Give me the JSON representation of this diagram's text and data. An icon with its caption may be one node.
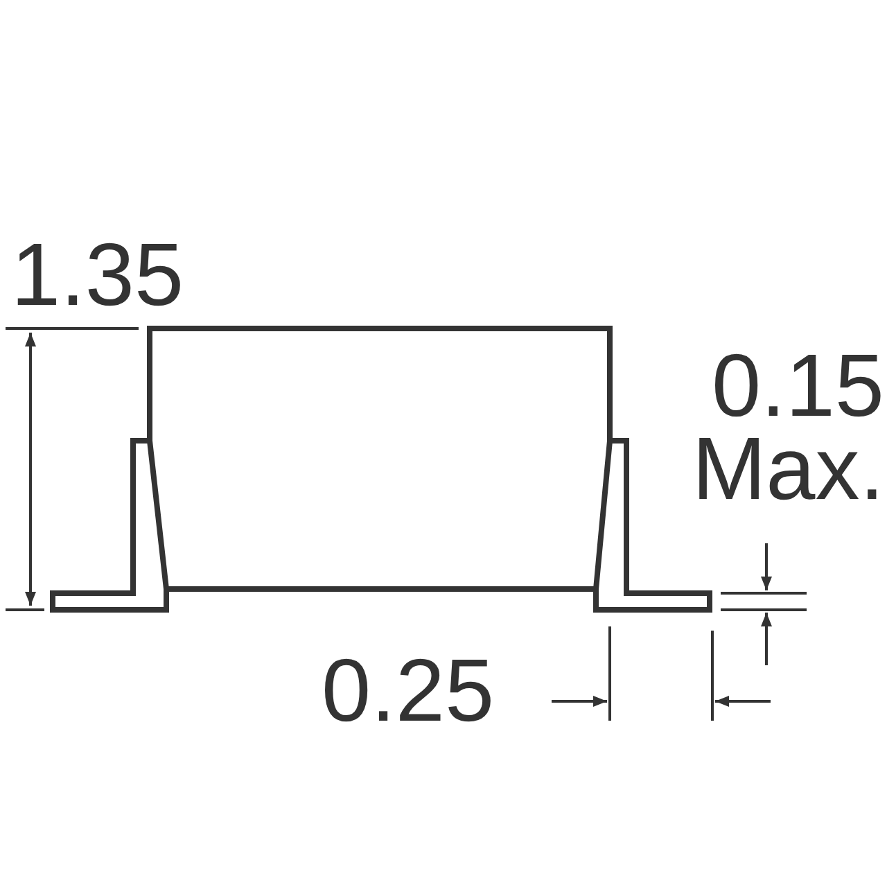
{
  "diagram": {
    "labels": [
      "1.35",
      "0.15 Max.",
      "0.25"
    ]
  }
}
